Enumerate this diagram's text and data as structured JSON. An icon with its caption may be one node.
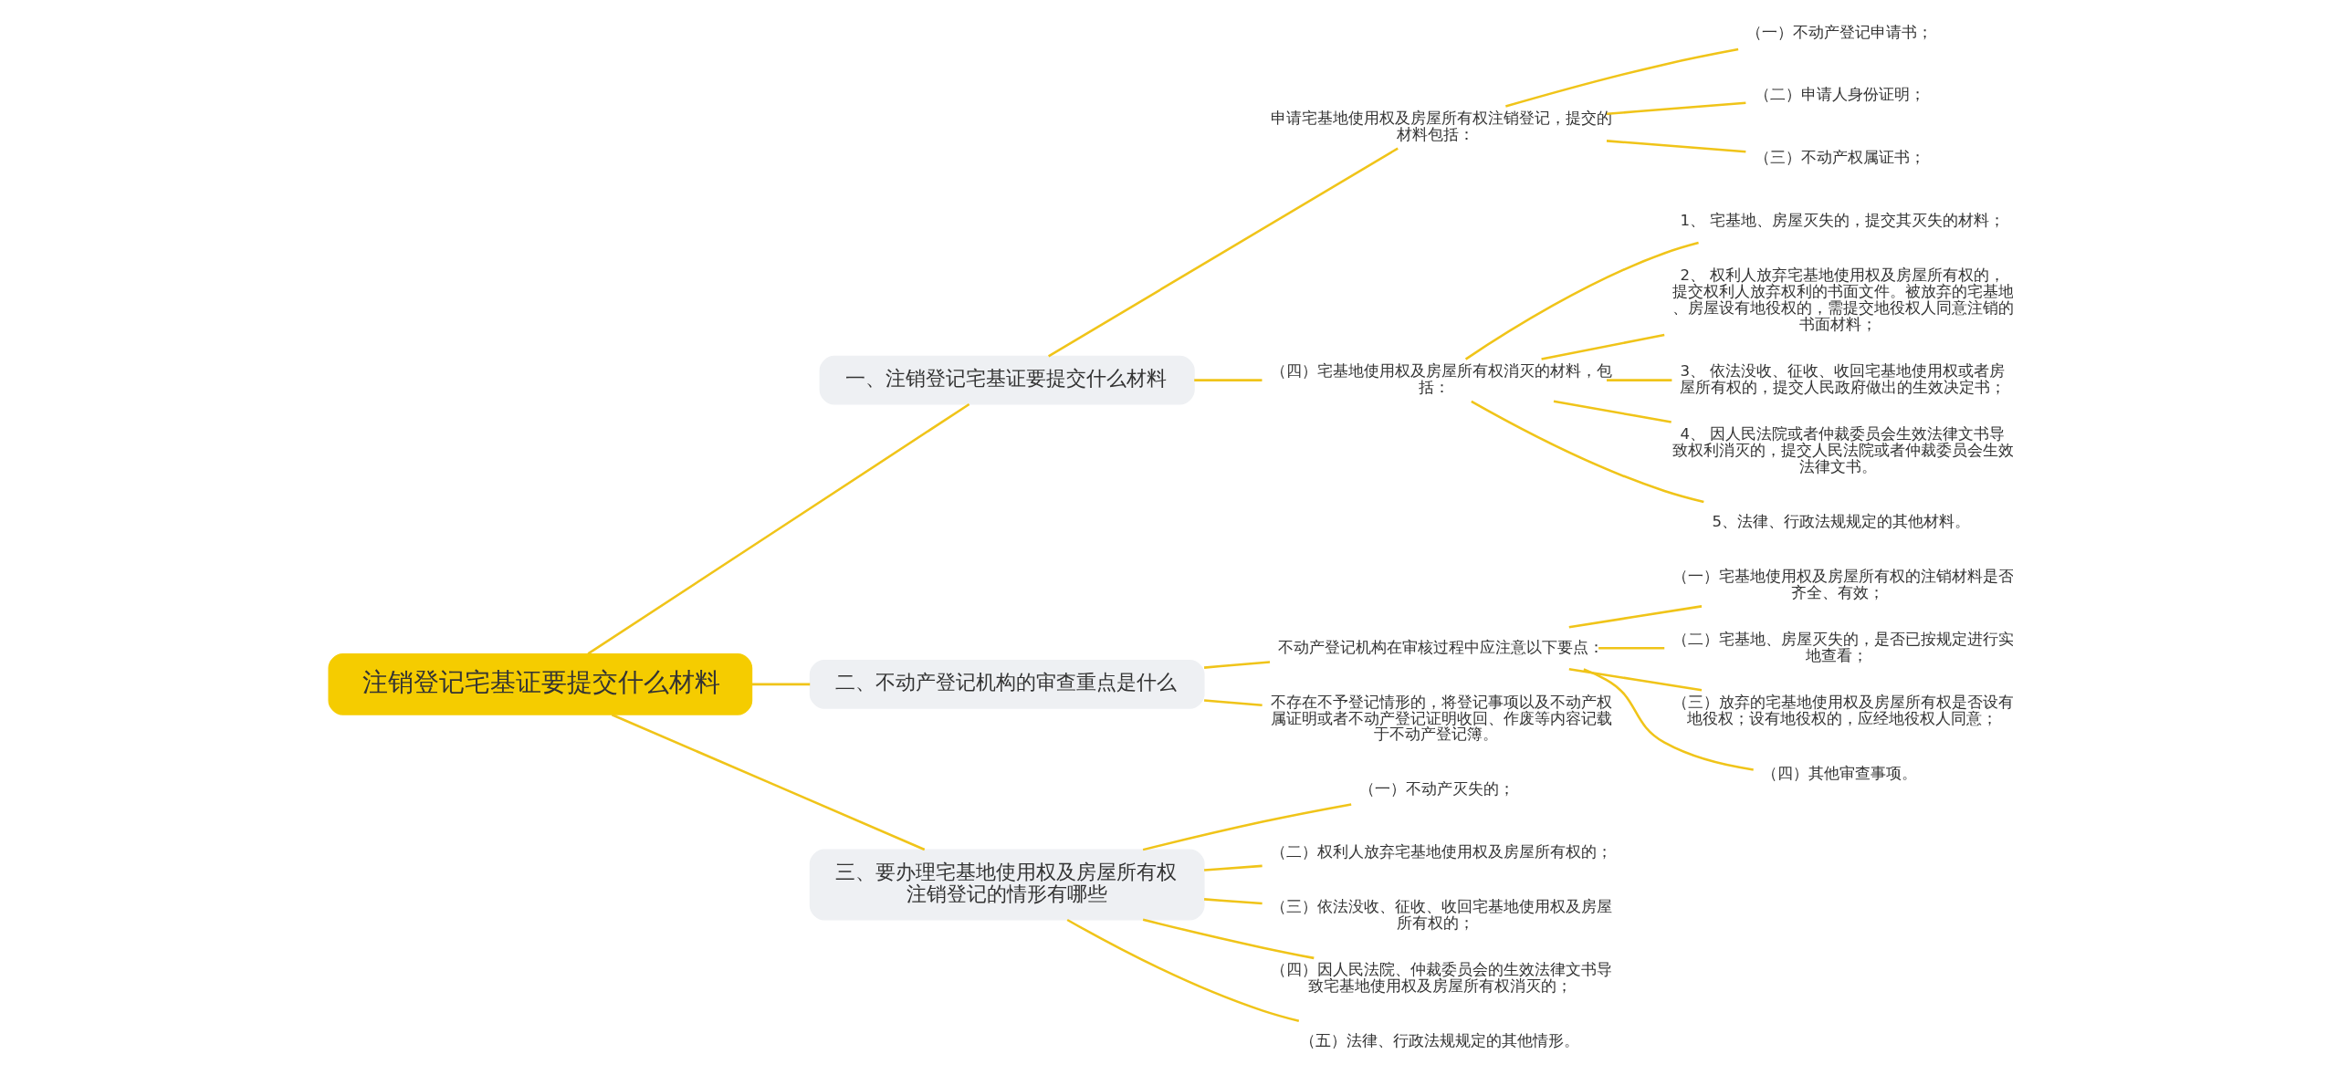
{
  "diagram": {
    "nodes": [
      {
        "text": [
          "注销登记宅基证要提交什么材料"
        ]
      },
      {
        "text": [
          "一、注销登记宅基证要提交什么材料"
        ]
      },
      {
        "text": [
          "申请宅基地使用权及房屋所有权注销登记，提交的材料包括："
        ]
      },
      {
        "text": [
          "（一）不动产登记申请书；"
        ]
      },
      {
        "text": [
          "（二）申请人身份证明；"
        ]
      },
      {
        "text": [
          "（三）不动产权属证书；"
        ]
      },
      {
        "text": [
          "（四）宅基地使用权及房屋所有权消灭的材料，包括："
        ]
      },
      {
        "text": [
          "1、 宅基地、房屋灭失的，提交其灭失的材料；"
        ]
      },
      {
        "text": [
          "2、 权利人放弃宅基地使用权及房屋所有权的，提交权利人放弃权利的书面文件。被放弃的宅基地、房屋设有地役权的，需提交地役权人同意注销的书面材料；"
        ]
      },
      {
        "text": [
          "3、 依法没收、征收、收回宅基地使用权或者房屋所有权的，提交人民政府做出的生效决定书；"
        ]
      },
      {
        "text": [
          "4、 因人民法院或者仲裁委员会生效法律文书导致权利消灭的，提交人民法院或者仲裁委员会生效法律文书。"
        ]
      },
      {
        "text": [
          "5、法律、行政法规规定的其他材料。"
        ]
      },
      {
        "text": [
          "二、不动产登记机构的审查重点是什么"
        ]
      },
      {
        "text": [
          "不动产登记机构在审核过程中应注意以下要点："
        ]
      },
      {
        "text": [
          "（一）宅基地使用权及房屋所有权的注销材料是否齐全、有效；"
        ]
      },
      {
        "text": [
          "（二）宅基地、房屋灭失的，是否已按规定进行实地查看；"
        ]
      },
      {
        "text": [
          "（三）放弃的宅基地使用权及房屋所有权是否设有地役权；设有地役权的，应经地役权人同意；"
        ]
      },
      {
        "text": [
          "（四）其他审查事项。"
        ]
      },
      {
        "text": [
          "不存在不予登记情形的，将登记事项以及不动产权属证明或者不动产登记证明收回、作废等内容记载于不动产登记簿。"
        ]
      },
      {
        "text": [
          "三、要办理宅基地使用权及房屋所有权注销登记的情形有哪些"
        ]
      },
      {
        "text": [
          "（一）不动产灭失的；"
        ]
      },
      {
        "text": [
          "（二）权利人放弃宅基地使用权及房屋所有权的；"
        ]
      },
      {
        "text": [
          "（三）依法没收、征收、收回宅基地使用权及房屋所有权的；"
        ]
      },
      {
        "text": [
          "（四）因人民法院、仲裁委员会的生效法律文书导致宅基地使用权及房屋所有权消灭的；"
        ]
      },
      {
        "text": [
          "（五）法律、行政法规规定的其他情形。"
        ]
      }
    ],
    "edges": [
      {
        "from": 0,
        "to": 1,
        "arrow": "none"
      },
      {
        "from": 1,
        "to": 2,
        "arrow": "none"
      },
      {
        "from": 2,
        "to": 3,
        "arrow": "none"
      },
      {
        "from": 2,
        "to": 4,
        "arrow": "none"
      },
      {
        "from": 2,
        "to": 5,
        "arrow": "none"
      },
      {
        "from": 1,
        "to": 6,
        "arrow": "none"
      },
      {
        "from": 6,
        "to": 7,
        "arrow": "none"
      },
      {
        "from": 6,
        "to": 8,
        "arrow": "none"
      },
      {
        "from": 6,
        "to": 9,
        "arrow": "none"
      },
      {
        "from": 6,
        "to": 10,
        "arrow": "none"
      },
      {
        "from": 6,
        "to": 11,
        "arrow": "none"
      },
      {
        "from": 0,
        "to": 12,
        "arrow": "none"
      },
      {
        "from": 12,
        "to": 13,
        "arrow": "none"
      },
      {
        "from": 13,
        "to": 14,
        "arrow": "none"
      },
      {
        "from": 13,
        "to": 15,
        "arrow": "none"
      },
      {
        "from": 13,
        "to": 16,
        "arrow": "none"
      },
      {
        "from": 13,
        "to": 17,
        "arrow": "none"
      },
      {
        "from": 12,
        "to": 18,
        "arrow": "none"
      },
      {
        "from": 0,
        "to": 19,
        "arrow": "none"
      },
      {
        "from": 19,
        "to": 20,
        "arrow": "none"
      },
      {
        "from": 19,
        "to": 21,
        "arrow": "none"
      },
      {
        "from": 19,
        "to": 22,
        "arrow": "none"
      },
      {
        "from": 19,
        "to": 23,
        "arrow": "none"
      },
      {
        "from": 19,
        "to": 24,
        "arrow": "none"
      }
    ]
  }
}
